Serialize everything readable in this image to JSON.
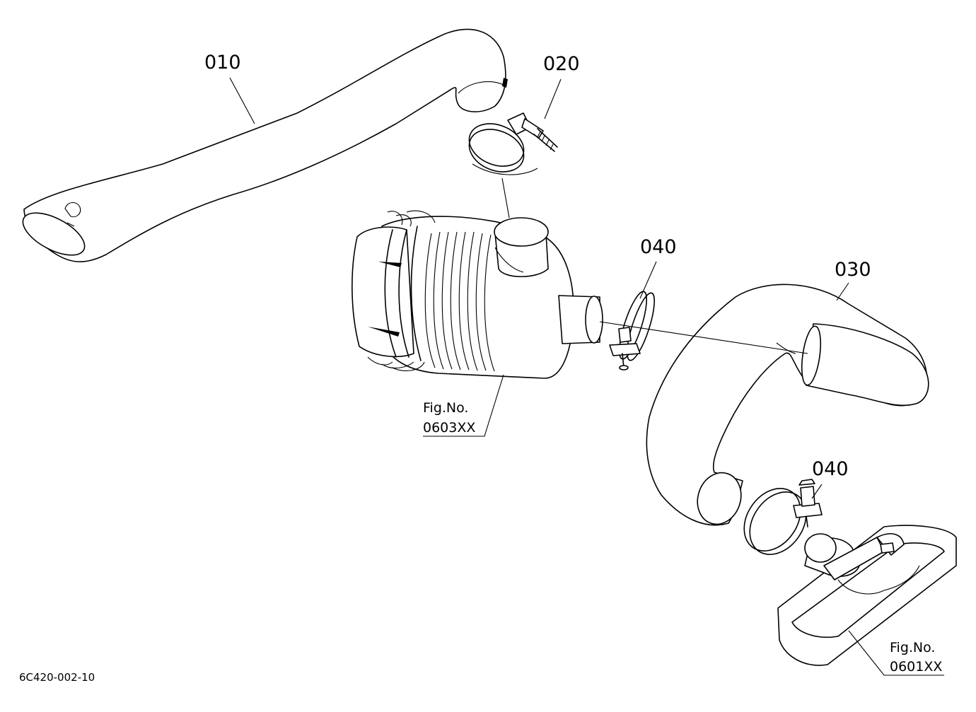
{
  "callouts": {
    "hose_upper": "010",
    "clamp_upper": "020",
    "clamp_mid": "040",
    "hose_lower": "030",
    "clamp_lower": "040"
  },
  "figure_refs": {
    "air_cleaner": {
      "line1": "Fig.No.",
      "line2": "0603XX"
    },
    "manifold": {
      "line1": "Fig.No.",
      "line2": "0601XX"
    }
  },
  "drawing_id": "6C420-002-10",
  "colors": {
    "ink": "#000000",
    "paper": "#ffffff"
  }
}
